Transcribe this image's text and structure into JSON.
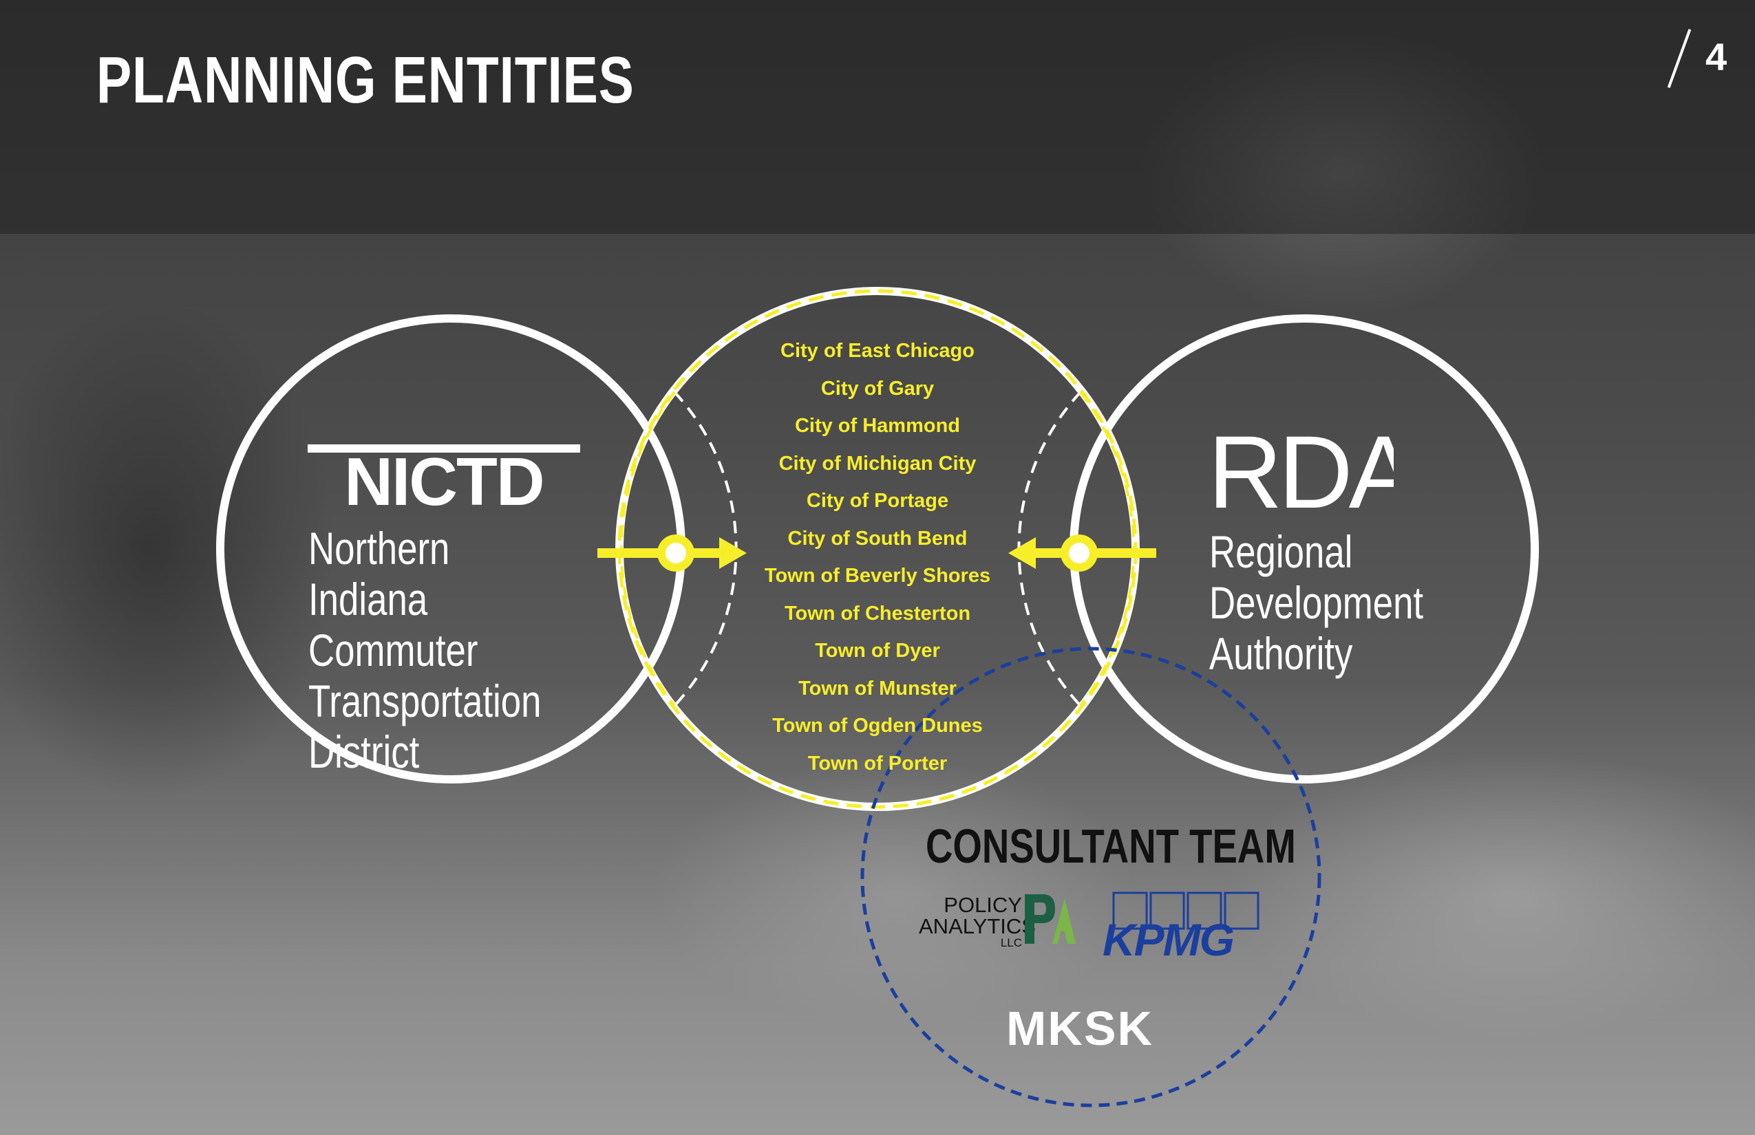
{
  "page": {
    "title": "PLANNING ENTITIES",
    "page_number": "4"
  },
  "colors": {
    "accent_yellow": "#f7ee2a",
    "consultant_blue": "#1b3f9e",
    "ring_white": "#ffffff"
  },
  "nictd": {
    "logo_text": "NICTD",
    "name_lines": [
      "Northern Indiana",
      "Commuter",
      "Transportation",
      "District"
    ]
  },
  "rda": {
    "logo_text": "RDA",
    "name_lines": [
      "Regional",
      "Development",
      "Authority"
    ]
  },
  "communities": [
    "City of East Chicago",
    "City of Gary",
    "City of Hammond",
    "City of Michigan City",
    "City of Portage",
    "City of South Bend",
    "Town of Beverly Shores",
    "Town of Chesterton",
    "Town of Dyer",
    "Town of Munster",
    "Town of Ogden Dunes",
    "Town of Porter"
  ],
  "consultant": {
    "title": "CONSULTANT TEAM",
    "policy_analytics": {
      "line1": "POLICY",
      "line2": "ANALYTICS",
      "line3": "LLC"
    },
    "kpmg": "KPMG",
    "mksk": "MKSK"
  },
  "icons": {
    "left_connector": "arrow-right-icon",
    "right_connector": "arrow-left-icon"
  }
}
